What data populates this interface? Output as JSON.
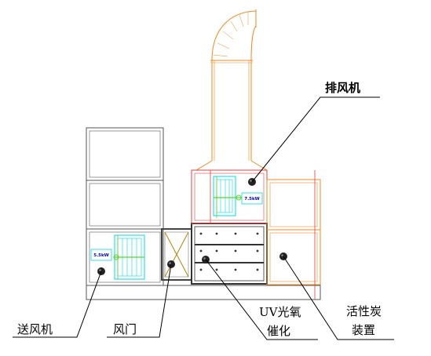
{
  "diagram": {
    "labels": {
      "exhaust_fan": "排风机",
      "supply_fan": "送风机",
      "damper": "风门",
      "uv_line1": "UV光氧",
      "uv_line2": "催化",
      "carbon_line1": "活性炭",
      "carbon_line2": "装置"
    },
    "motor_ratings": {
      "supply_fan": "5.5kW",
      "exhaust_fan": "7.5kW"
    }
  },
  "colors": {
    "duct_orange": "#f08a24",
    "housing_red": "#e04040",
    "fan_cyan": "#00d8e8",
    "fan_green": "#5ad62a",
    "outline_gray": "#555555",
    "ink": "#000000"
  }
}
